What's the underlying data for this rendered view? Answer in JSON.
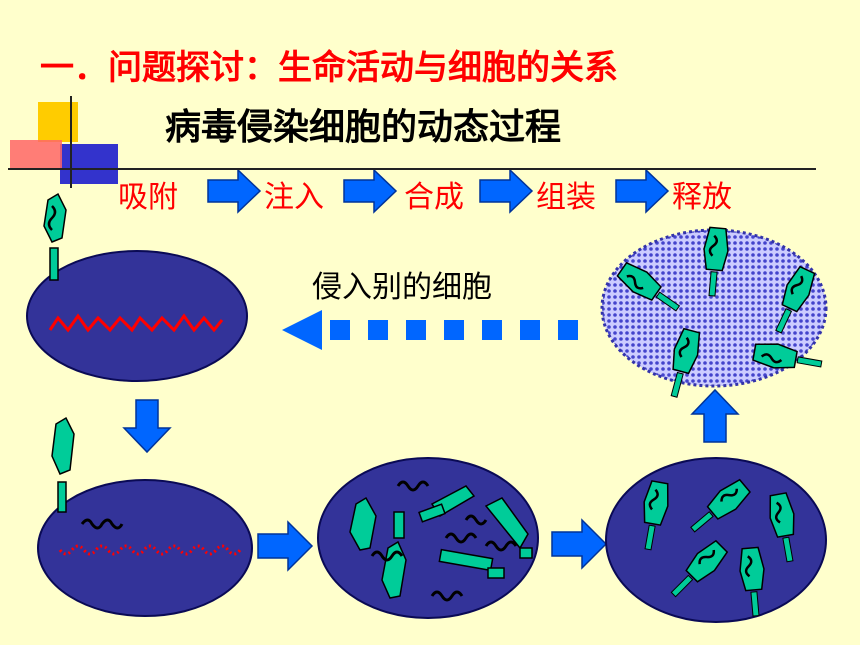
{
  "title": "一．问题探讨：生命活动与细胞的关系",
  "subtitle": "病毒侵染细胞的动态过程",
  "steps": [
    "吸附",
    "注入",
    "合成",
    "组装",
    "释放"
  ],
  "note": "侵入别的细胞",
  "colors": {
    "background": "#ffffcc",
    "cell": "#333399",
    "arrow": "#0066ff",
    "virus": "#00cc99",
    "dna": "#ff0000",
    "title": "#ff0000"
  }
}
